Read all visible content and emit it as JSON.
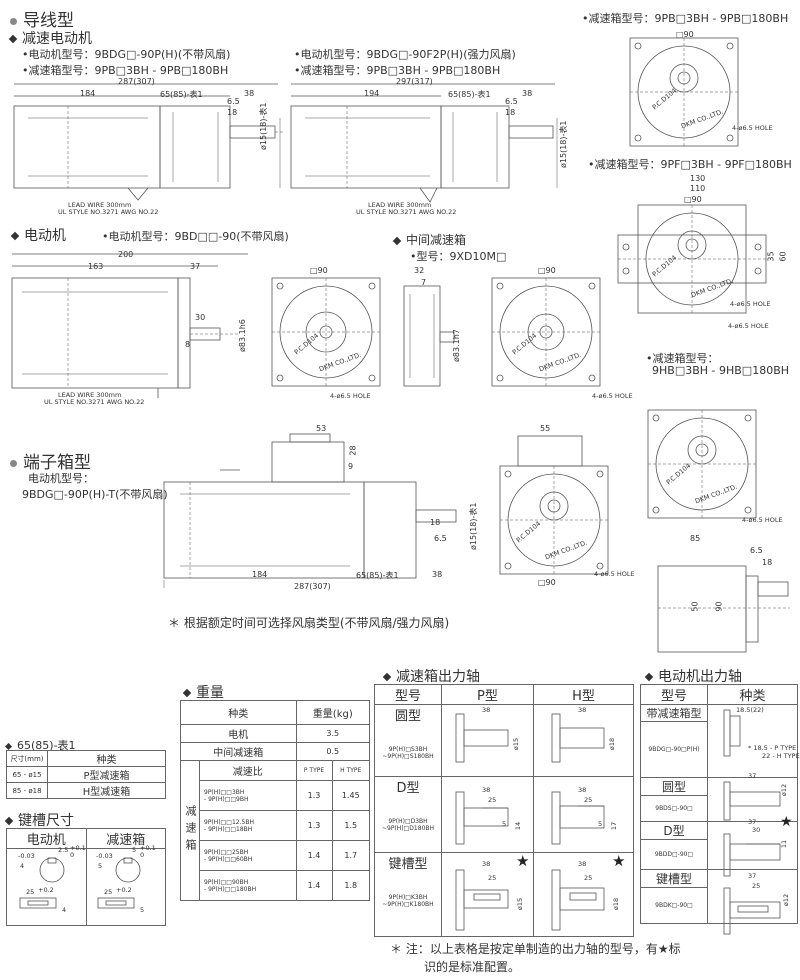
{
  "sec1": {
    "title": "导线型",
    "sub": "减速电动机"
  },
  "m1": {
    "motor": "•电动机型号：9BDG□-90P(H)(不带风扇)",
    "gear": "•减速箱型号：9PB□3BH - 9PB□180BH",
    "d287": "287(307)",
    "d184": "184",
    "d65": "65(85)-表1",
    "d38": "38",
    "d65b": "6.5",
    "d18": "18",
    "shaft": "ø15(18)-表1",
    "lead": "LEAD WIRE 300mm",
    "ul": "UL STYLE NO.3271 AWG NO.22"
  },
  "m2": {
    "motor": "•电动机型号：9BDG□-90F2P(H)(强力风扇)",
    "gear": "•减速箱型号：9PB□3BH - 9PB□180BH",
    "d297": "297(317)",
    "d194": "194",
    "d65": "65(85)-表1",
    "d38": "38",
    "d65b": "6.5",
    "d18": "18",
    "shaft": "ø15(18)-表1",
    "lead": "LEAD WIRE 300mm",
    "ul": "UL STYLE NO.3271 AWG NO.22"
  },
  "gbA": {
    "label": "•减速箱型号：9PB□3BH - 9PB□180BH",
    "d90": "□90",
    "pcd": "P.C.D104",
    "dkm": "DKM CO.,LTD.",
    "hole": "4-ø6.5 HOLE"
  },
  "gbB": {
    "label": "•减速箱型号：9PF□3BH - 9PF□180BH",
    "d130": "130",
    "d110": "110",
    "d90": "□90",
    "d35": "35",
    "d60": "60",
    "pcd": "P.C.D104",
    "dkm": "DKM CO.,LTD.",
    "hole1": "4-ø6.5 HOLE",
    "hole2": "4-ø6.5 HOLE"
  },
  "sec2": {
    "title": "电动机",
    "model": "•电动机型号：9BD□□-90(不带风扇)",
    "d200": "200",
    "d163": "163",
    "d37": "37",
    "d30": "30",
    "d8": "8",
    "d90": "□90",
    "shaft": "ø83.1h6",
    "lead": "LEAD WIRE 300mm",
    "ul": "UL STYLE NO.3271 AWG NO.22",
    "pcd": "P.C.D104",
    "dkm": "DKM CO.,LTD.",
    "hole": "4-ø6.5 HOLE"
  },
  "mid": {
    "title": "中间减速箱",
    "model": "•型号：9XD10M□",
    "d32": "32",
    "d7": "7",
    "d90": "□90",
    "shaft": "ø83.1h7",
    "pcd": "P.C.D104",
    "dkm": "DKM CO.,LTD.",
    "hole": "4-ø6.5 HOLE"
  },
  "gbC": {
    "label1": "•减速箱型号：",
    "label2": "9HB□3BH - 9HB□180BH",
    "d85": "85",
    "d65": "6.5",
    "d18": "18",
    "d50": "50",
    "d90": "90",
    "pcd": "P.C.D104",
    "dkm": "DKM CO.,LTD.",
    "hole": "4-ø6.5 HOLE"
  },
  "sec3": {
    "title": "端子箱型",
    "model1": "电动机型号：",
    "model2": "9BDG□-90P(H)-T(不带风扇)",
    "d53": "53",
    "d28": "28",
    "d9": "9",
    "d55": "55",
    "d90": "□90",
    "d18": "18",
    "d65": "6.5",
    "d184": "184",
    "d287": "287(307)",
    "d6585": "65(85)-表1",
    "d38": "38",
    "shaft": "ø15(18)-表1",
    "pcd": "P.C.D104",
    "dkm": "DKM CO.,LTD.",
    "hole": "4-ø6.5 HOLE"
  },
  "note1": "＊ 根据额定时间可选择风扇类型(不带风扇/强力风扇)",
  "t1": {
    "title": "65(85)-表1",
    "h1": "尺寸(mm)",
    "h2": "种类",
    "rows": [
      [
        "65 - ø15",
        "P型减速箱"
      ],
      [
        "85 - ø18",
        "H型减速箱"
      ]
    ]
  },
  "key": {
    "title": "键槽尺寸",
    "c1": "电动机",
    "c2": "减速箱",
    "m1": "2.5",
    "m2": "+0.1",
    "m3": "0",
    "m4": "4",
    "m5": "-0.03",
    "m6": "25",
    "m7": "+0.2",
    "m8": "4",
    "g1": "5",
    "g2": "+0.1",
    "g3": "0",
    "g4": "5",
    "g5": "-0.03",
    "g6": "25",
    "g7": "+0.2",
    "g8": "5"
  },
  "w": {
    "title": "重量",
    "h1": "种类",
    "h2": "重量(kg)",
    "motor": "电机",
    "motor_w": "3.5",
    "mid": "中间减速箱",
    "mid_w": "0.5",
    "gear": "减速箱",
    "ratio": "减速比",
    "pt": "P TYPE",
    "ht": "H TYPE",
    "rows": [
      {
        "a": "9P(H)□□3BH",
        "b": "- 9P(H)□□9BH",
        "p": "1.3",
        "h": "1.45"
      },
      {
        "a": "9P(H)□□12.5BH",
        "b": "- 9P(H)□□18BH",
        "p": "1.3",
        "h": "1.5"
      },
      {
        "a": "9P(H)□□25BH",
        "b": "- 9P(H)□□60BH",
        "p": "1.4",
        "h": "1.7"
      },
      {
        "a": "9P(H)□□90BH",
        "b": "- 9P(H)□□180BH",
        "p": "1.4",
        "h": "1.8"
      }
    ]
  },
  "gs": {
    "title": "减速箱出力轴",
    "h1": "型号",
    "h2": "P型",
    "h3": "H型",
    "r1": "圆型",
    "r1a": "9P(H)□S3BH",
    "r1b": "~9P(H)□S180BH",
    "r2": "D型",
    "r2a": "9P(H)□D3BH",
    "r2b": "~9P(H)□D180BH",
    "r3": "键槽型",
    "r3a": "9P(H)□K3BH",
    "r3b": "~9P(H)□K180BH",
    "d38": "38",
    "d15": "ø15",
    "d18": "ø18",
    "d25": "25",
    "d5": "5",
    "d14": "14",
    "d17": "17",
    "star": "★"
  },
  "ms": {
    "title": "电动机出力轴",
    "h1": "型号",
    "h2": "种类",
    "r1": "带减速箱型",
    "r1m": "9BDG□-90□P(H)",
    "r1d": "18.5(22)",
    "r1n1": "* 18.5 - P TYPE",
    "r1n2": "22 - H TYPE",
    "r2": "圆型",
    "r2m": "9BDS□-90□",
    "r3": "D型",
    "r3m": "9BDD□-90□",
    "r4": "键槽型",
    "r4m": "9BDK□-90□",
    "d37": "37",
    "d30": "30",
    "d25": "25",
    "d12": "ø12",
    "d11": "11",
    "star": "★"
  },
  "note2a": "＊ 注：以上表格是按定单制造的出力轴的型号，有★标",
  "note2b": "识的是标准配置。"
}
